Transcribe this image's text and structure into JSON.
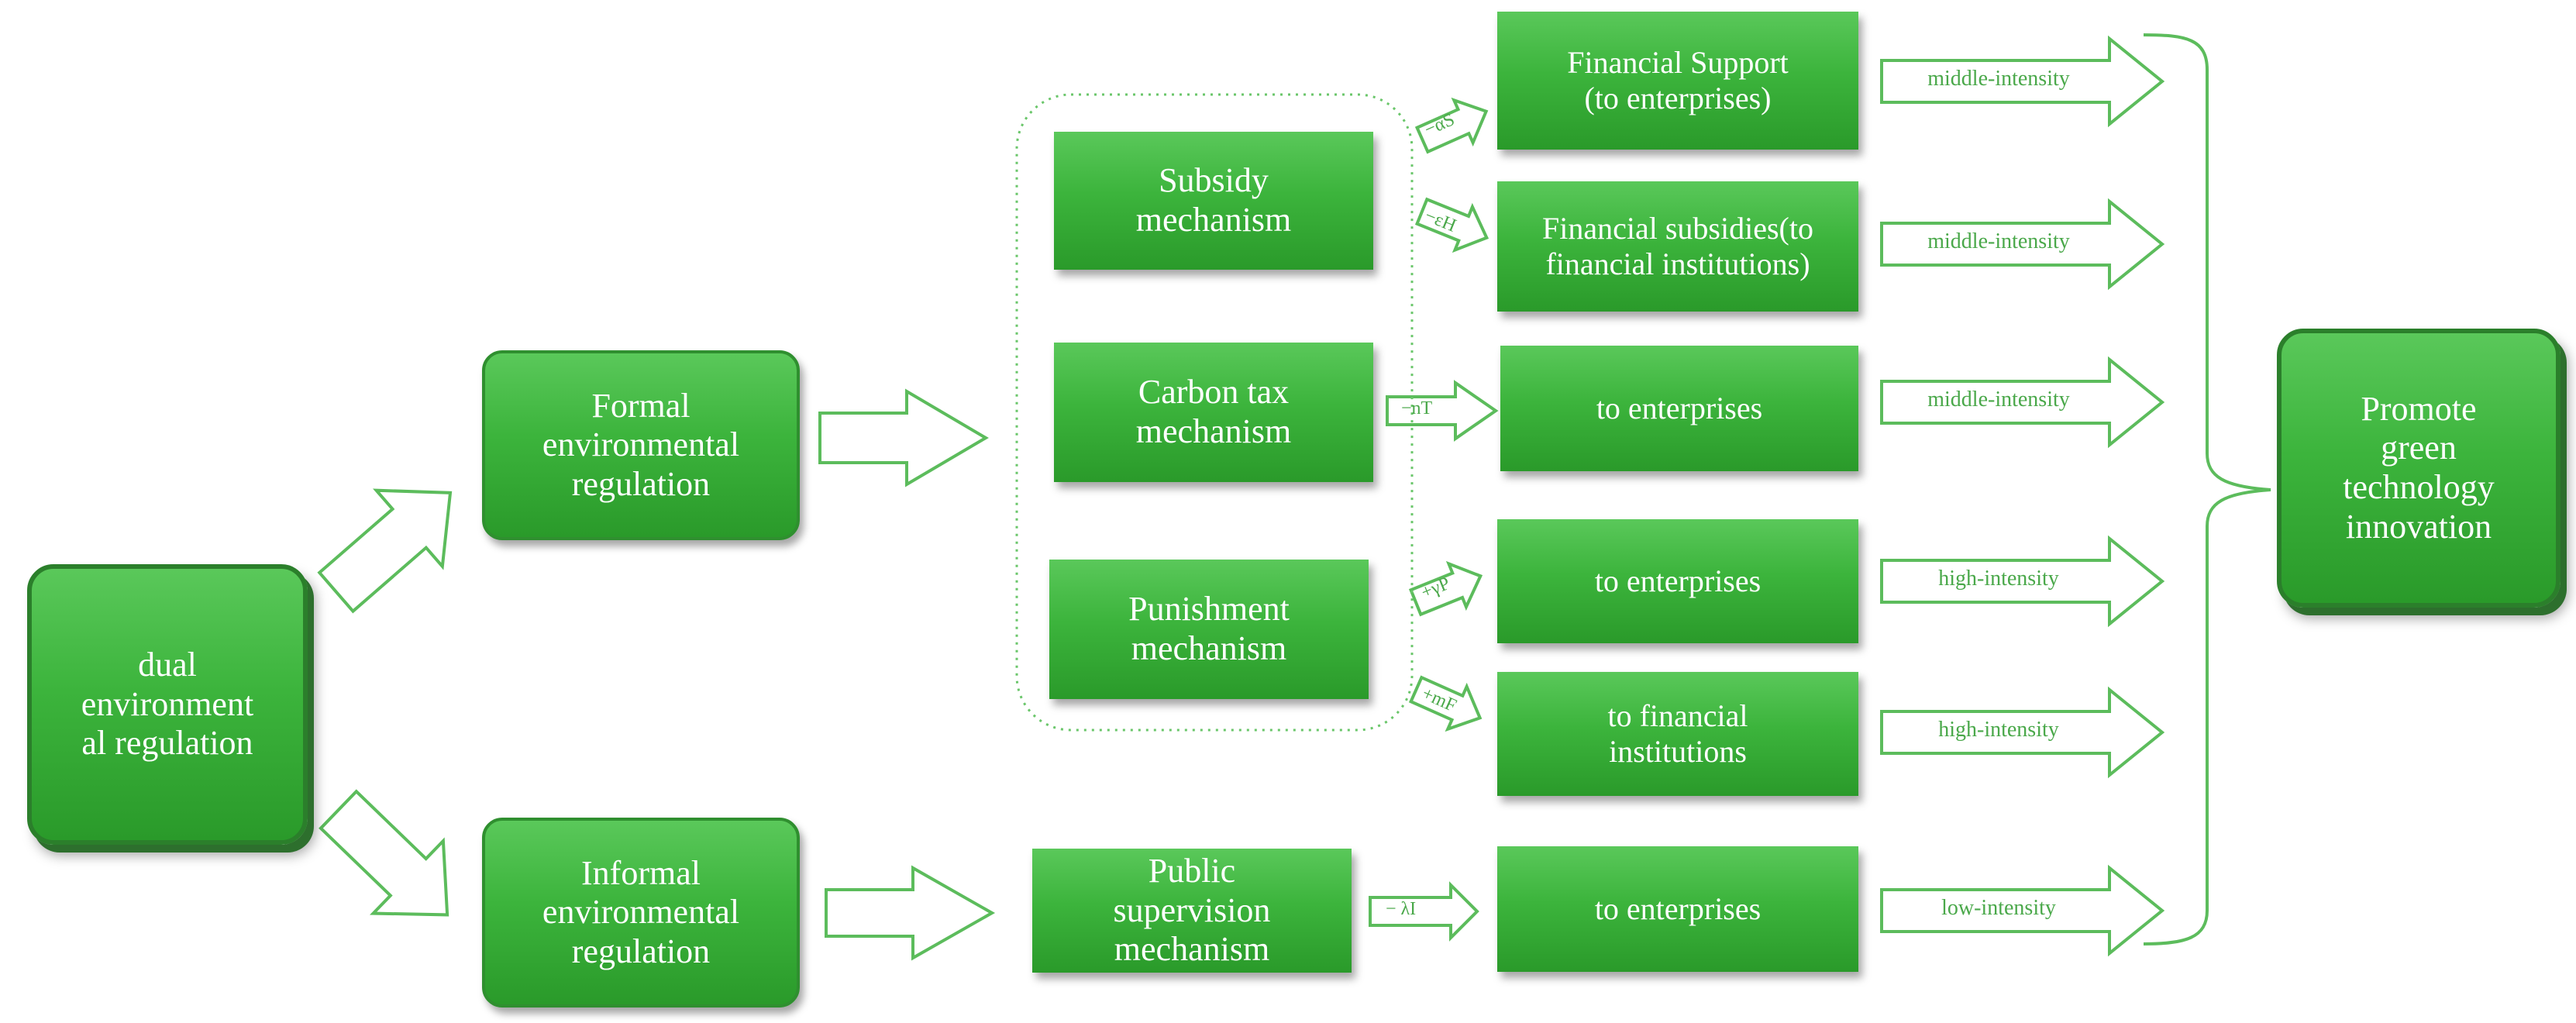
{
  "nodes": {
    "dual": "dual\nenvironment\nal regulation",
    "formal": "Formal\nenvironmental\nregulation",
    "informal": "Informal\nenvironmental\nregulation",
    "subsidy": "Subsidy\nmechanism",
    "carbon_tax": "Carbon tax\nmechanism",
    "punishment": "Punishment\nmechanism",
    "public": "Public\nsupervision\nmechanism",
    "financial_support": "Financial Support\n(to enterprises)",
    "financial_subsidies": "Financial subsidies(to\nfinancial institutions)",
    "to_ent_carbon": "to enterprises",
    "to_ent_punish": "to enterprises",
    "to_fin_inst": "to financial\ninstitutions",
    "to_ent_public": "to enterprises",
    "promote": "Promote\ngreen\ntechnology\ninnovation"
  },
  "coefficients": {
    "alpha_s": "−αS",
    "epsilon_h": "−εH",
    "n_t": "−nT",
    "gamma_p": "+γP",
    "m_f": "+mF",
    "lambda_i": "− λI"
  },
  "intensities": {
    "r1": "middle-intensity",
    "r2": "middle-intensity",
    "r3": "middle-intensity",
    "r4": "high-intensity",
    "r5": "high-intensity",
    "r6": "low-intensity"
  },
  "colors": {
    "box_fill": "#3cb43c",
    "box_border": "#2b7f2b",
    "arrow_stroke": "#5cbc5c",
    "label_text": "#4aa84a"
  }
}
